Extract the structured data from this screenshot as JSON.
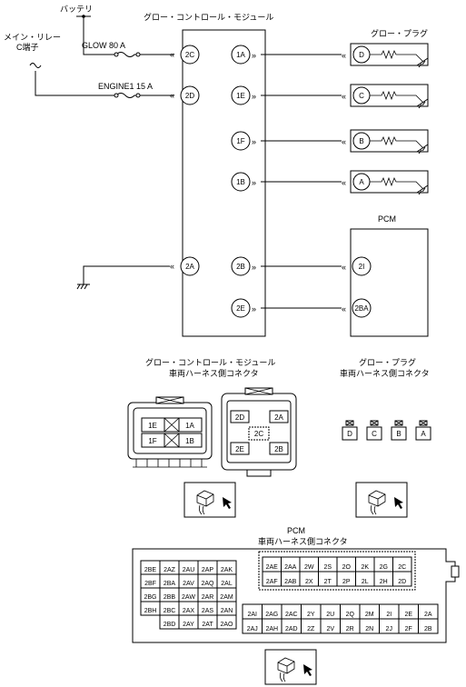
{
  "labels": {
    "battery": "バッテリ",
    "main_relay_line1": "メイン・リレー",
    "main_relay_line2": "C端子",
    "glow_fuse": "GLOW 80 A",
    "engine_fuse": "ENGINE1 15 A",
    "gcm_title": "グロー・コントロール・モジュール",
    "glow_plug_title": "グロー・プラグ",
    "pcm_title": "PCM",
    "gcm_conn_line1": "グロー・コントロール・モジュール",
    "gcm_conn_line2": "車両ハーネス側コネクタ",
    "gp_conn_line1": "グロー・プラグ",
    "gp_conn_line2": "車両ハーネス側コネクタ",
    "pcm_conn_line1": "PCM",
    "pcm_conn_line2": "車両ハーネス側コネクタ"
  },
  "gcm_left_pins": [
    "2C",
    "2D",
    "2A"
  ],
  "gcm_right_pins": [
    "1A",
    "1E",
    "1F",
    "1B",
    "2B",
    "2E"
  ],
  "glow_plugs": [
    "D",
    "C",
    "B",
    "A"
  ],
  "pcm_pins": [
    "2I",
    "2BA"
  ],
  "gcm_connector_a": {
    "pins": [
      "1E",
      "1A",
      "1F",
      "1B"
    ]
  },
  "gcm_connector_b": {
    "pins": [
      "2D",
      "2A",
      "2C",
      "2E",
      "2B"
    ]
  },
  "gp_connector": {
    "pins": [
      "D",
      "C",
      "B",
      "A"
    ]
  },
  "pcm_connector": {
    "left_rows": [
      [
        "2BE",
        "2AZ",
        "2AU",
        "2AP",
        "2AK"
      ],
      [
        "2BF",
        "2BA",
        "2AV",
        "2AQ",
        "2AL"
      ],
      [
        "2BG",
        "2BB",
        "2AW",
        "2AR",
        "2AM"
      ],
      [
        "2BH",
        "2BC",
        "2AX",
        "2AS",
        "2AN"
      ],
      [
        "",
        "2BD",
        "2AY",
        "2AT",
        "2AO"
      ]
    ],
    "top_right_rows": [
      [
        "2AE",
        "2AA",
        "2W",
        "2S",
        "2O",
        "2K",
        "2G",
        "2C"
      ],
      [
        "2AF",
        "2AB",
        "2X",
        "2T",
        "2P",
        "2L",
        "2H",
        "2D"
      ]
    ],
    "bottom_right_rows": [
      [
        "2AI",
        "2AG",
        "2AC",
        "2Y",
        "2U",
        "2Q",
        "2M",
        "2I",
        "2E",
        "2A"
      ],
      [
        "2AJ",
        "2AH",
        "2AD",
        "2Z",
        "2V",
        "2R",
        "2N",
        "2J",
        "2F",
        "2B"
      ]
    ]
  }
}
